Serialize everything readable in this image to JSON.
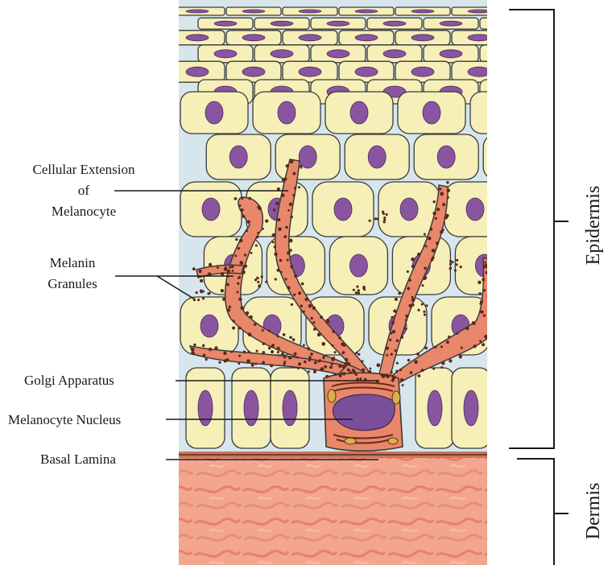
{
  "labels": {
    "cellular_extension_line1": "Cellular Extension",
    "cellular_extension_line2": "of",
    "cellular_extension_line3": "Melanocyte",
    "melanin_line1": "Melanin",
    "melanin_line2": "Granules",
    "golgi": "Golgi Apparatus",
    "melanocyte_nucleus": "Melanocyte Nucleus",
    "basal_lamina": "Basal Lamina"
  },
  "regions": {
    "epidermis": "Epidermis",
    "dermis": "Dermis"
  },
  "colors": {
    "keratinocyte": "#f6efb8",
    "cell_outline": "#3a3a3a",
    "intercellular": "#d7e6ec",
    "nucleus": "#8a55a0",
    "melanocyte": "#e9876a",
    "melanin_granule": "#5a2a1c",
    "dermis": "#f2a58f"
  }
}
